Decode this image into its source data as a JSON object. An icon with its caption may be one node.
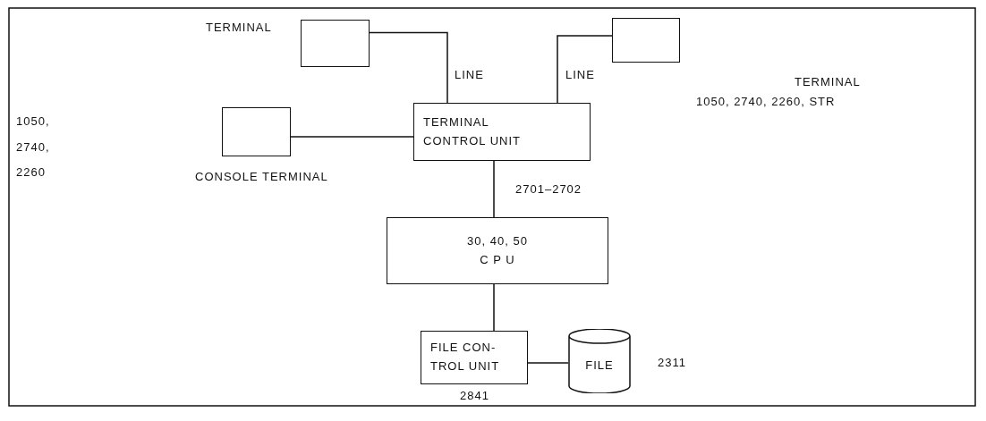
{
  "diagram": {
    "nodes": [
      {
        "text": [],
        "shape": "box",
        "beside": [
          "TERMINAL"
        ]
      },
      {
        "text": [],
        "shape": "box",
        "beside": [
          "TERMINAL",
          "1050, 2740, 2260, STR"
        ]
      },
      {
        "text": [
          "TERMINAL CONTROL UNIT"
        ],
        "beside": [
          "2701–2702"
        ]
      },
      {
        "text": [],
        "shape": "box",
        "beside": [
          "CONSOLE TERMINAL"
        ]
      },
      {
        "text": [
          "30, 40, 50",
          "C P U"
        ]
      },
      {
        "text": [
          "FILE CON- TROL UNIT"
        ],
        "beside": [
          "2841"
        ]
      },
      {
        "text": [
          "FILE"
        ],
        "beside": [
          "2311"
        ]
      }
    ],
    "edges": [
      {
        "from": 0,
        "to": 2,
        "arrow": "none",
        "label": "LINE"
      },
      {
        "from": 1,
        "to": 2,
        "arrow": "none",
        "label": "LINE"
      },
      {
        "from": 3,
        "to": 2,
        "arrow": "none"
      },
      {
        "from": 2,
        "to": 4,
        "arrow": "none"
      },
      {
        "from": 4,
        "to": 5,
        "arrow": "none"
      },
      {
        "from": 5,
        "to": 6,
        "arrow": "none"
      }
    ],
    "labels": [
      "1050, 2740, 2260"
    ]
  }
}
